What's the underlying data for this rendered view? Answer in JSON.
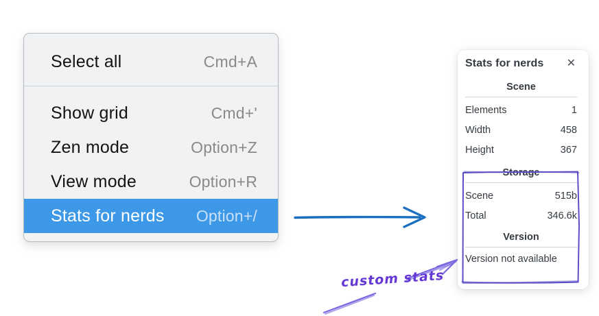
{
  "context_menu": {
    "items": [
      {
        "label": "Select all",
        "shortcut": "Cmd+A",
        "selected": false
      },
      {
        "label": "Show grid",
        "shortcut": "Cmd+'",
        "selected": false
      },
      {
        "label": "Zen mode",
        "shortcut": "Option+Z",
        "selected": false
      },
      {
        "label": "View mode",
        "shortcut": "Option+R",
        "selected": false
      },
      {
        "label": "Stats for nerds",
        "shortcut": "Option+/",
        "selected": true
      }
    ],
    "highlight_color": "#3d99e8"
  },
  "stats_panel": {
    "title": "Stats for nerds",
    "close_icon": "✕",
    "scene": {
      "heading": "Scene",
      "rows": [
        {
          "label": "Elements",
          "value": "1"
        },
        {
          "label": "Width",
          "value": "458"
        },
        {
          "label": "Height",
          "value": "367"
        }
      ]
    },
    "storage": {
      "heading": "Storage",
      "rows": [
        {
          "label": "Scene",
          "value": "515b"
        },
        {
          "label": "Total",
          "value": "346.6k"
        }
      ]
    },
    "version": {
      "heading": "Version",
      "note": "Version not available"
    }
  },
  "annotations": {
    "custom_stats_label": "custom stats",
    "colors": {
      "blue_arrow": "#1b6fc0",
      "purple_box": "#5b4ec4",
      "purple_arrow": "#7b68e0",
      "purple_text": "#6538d3"
    }
  }
}
